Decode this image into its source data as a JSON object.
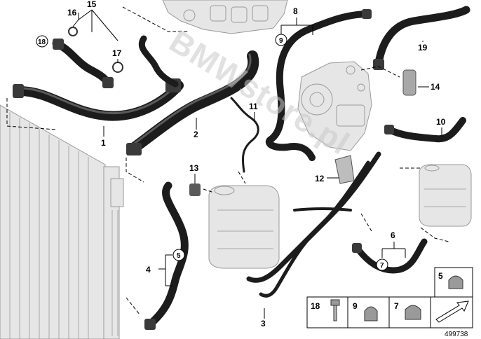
{
  "callouts": [
    {
      "id": "c1",
      "text": "1"
    },
    {
      "id": "c2",
      "text": "2"
    },
    {
      "id": "c3",
      "text": "3"
    },
    {
      "id": "c4",
      "text": "4"
    },
    {
      "id": "c6",
      "text": "6"
    },
    {
      "id": "c8",
      "text": "8"
    },
    {
      "id": "c10",
      "text": "10"
    },
    {
      "id": "c11",
      "text": "11"
    },
    {
      "id": "c12",
      "text": "12"
    },
    {
      "id": "c13",
      "text": "13"
    },
    {
      "id": "c14",
      "text": "14"
    },
    {
      "id": "c15",
      "text": "15"
    },
    {
      "id": "c16",
      "text": "16"
    },
    {
      "id": "c17",
      "text": "17"
    },
    {
      "id": "c19",
      "text": "19"
    }
  ],
  "circled_refs": [
    {
      "id": "r18",
      "text": "18"
    },
    {
      "id": "r9",
      "text": "9"
    },
    {
      "id": "r5",
      "text": "5"
    },
    {
      "id": "r7",
      "text": "7"
    }
  ],
  "legend": {
    "items": [
      {
        "id": "legend-5",
        "text": "5"
      },
      {
        "id": "legend-18",
        "text": "18"
      },
      {
        "id": "legend-9",
        "text": "9"
      },
      {
        "id": "legend-7",
        "text": "7"
      }
    ]
  },
  "diagram_number": "499738",
  "watermark": "BMWstore.pl",
  "colors": {
    "hose": "#1c1c1c",
    "ghost": "#e6e6e6",
    "legend_bg": "#ffffff"
  },
  "icons": [
    "radiator",
    "engine-block",
    "coolant-pump",
    "expansion-tank",
    "hose-clamp",
    "screw",
    "arrow-icon"
  ]
}
